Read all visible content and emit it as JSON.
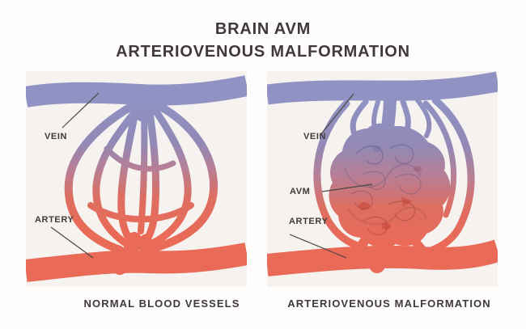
{
  "title": {
    "line1": "BRAIN AVM",
    "line2": "ARTERIOVENOUS MALFORMATION"
  },
  "panels": [
    {
      "id": "normal-blood-vessels",
      "caption": "NORMAL BLOOD VESSELS",
      "labels": [
        {
          "text": "VEIN"
        },
        {
          "text": "ARTERY"
        }
      ]
    },
    {
      "id": "arteriovenous-malformation",
      "caption": "ARTERIOVENOUS MALFORMATION",
      "labels": [
        {
          "text": "VEIN"
        },
        {
          "text": "AVM"
        },
        {
          "text": "ARTERY"
        }
      ]
    }
  ],
  "colors": {
    "background": "#fffdfc",
    "panel": "#f5f2ef",
    "vein": "#9092c3",
    "artery": "#e96a57",
    "gradient_mid": "#b67f97",
    "text": "#3e3a39",
    "leader": "#4a4644"
  }
}
